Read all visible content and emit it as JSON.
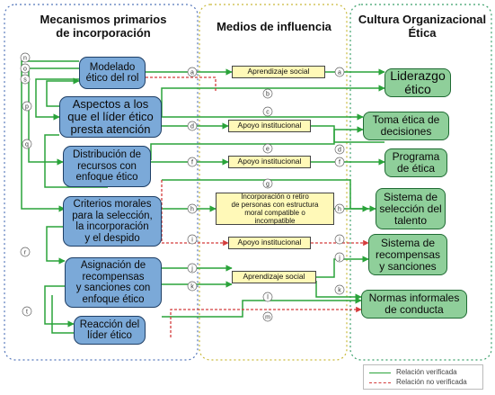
{
  "columns": {
    "left": "Mecanismos primarios\nde incorporación",
    "mid": "Medios de influencia",
    "right": "Cultura Organizacional\nÉtica"
  },
  "left_boxes": [
    "Modelado\nético del rol",
    "Aspectos a los\nque el líder ético\npresta atención",
    "Distribución de\nrecursos con\nenfoque ético",
    "Criterios morales\npara la selección,\nla incorporación\ny el despido",
    "Asignación de\nrecompensas\ny sanciones con\nenfoque ético",
    "Reacción del\nlíder ético"
  ],
  "mid_boxes": [
    "Aprendizaje social",
    "Apoyo institucional",
    "Apoyo institucional",
    "Incorporación o retiro\nde personas con estructura\nmoral compatible o\nincompatible",
    "Apoyo institucional",
    "Aprendizaje social"
  ],
  "right_boxes": [
    "Liderazgo\nético",
    "Toma ética de\ndecisiones",
    "Programa\nde ética",
    "Sistema de\nselección del\ntalento",
    "Sistema de\nrecompensas\ny sanciones",
    "Normas informales\nde conducta"
  ],
  "link_letters": [
    "a",
    "b",
    "c",
    "d",
    "e",
    "f",
    "g",
    "h",
    "i",
    "j",
    "k",
    "l",
    "m",
    "n",
    "o",
    "p",
    "q",
    "r",
    "s",
    "t"
  ],
  "legend": {
    "verified": "Relación verificada",
    "unverified": "Relación no verificada"
  },
  "colors": {
    "verified": "#2aa33a",
    "unverified": "#d43c3c",
    "left_fill": "#7ba9d8",
    "right_fill": "#8fcf9a",
    "mid_fill": "#fff9b8"
  }
}
